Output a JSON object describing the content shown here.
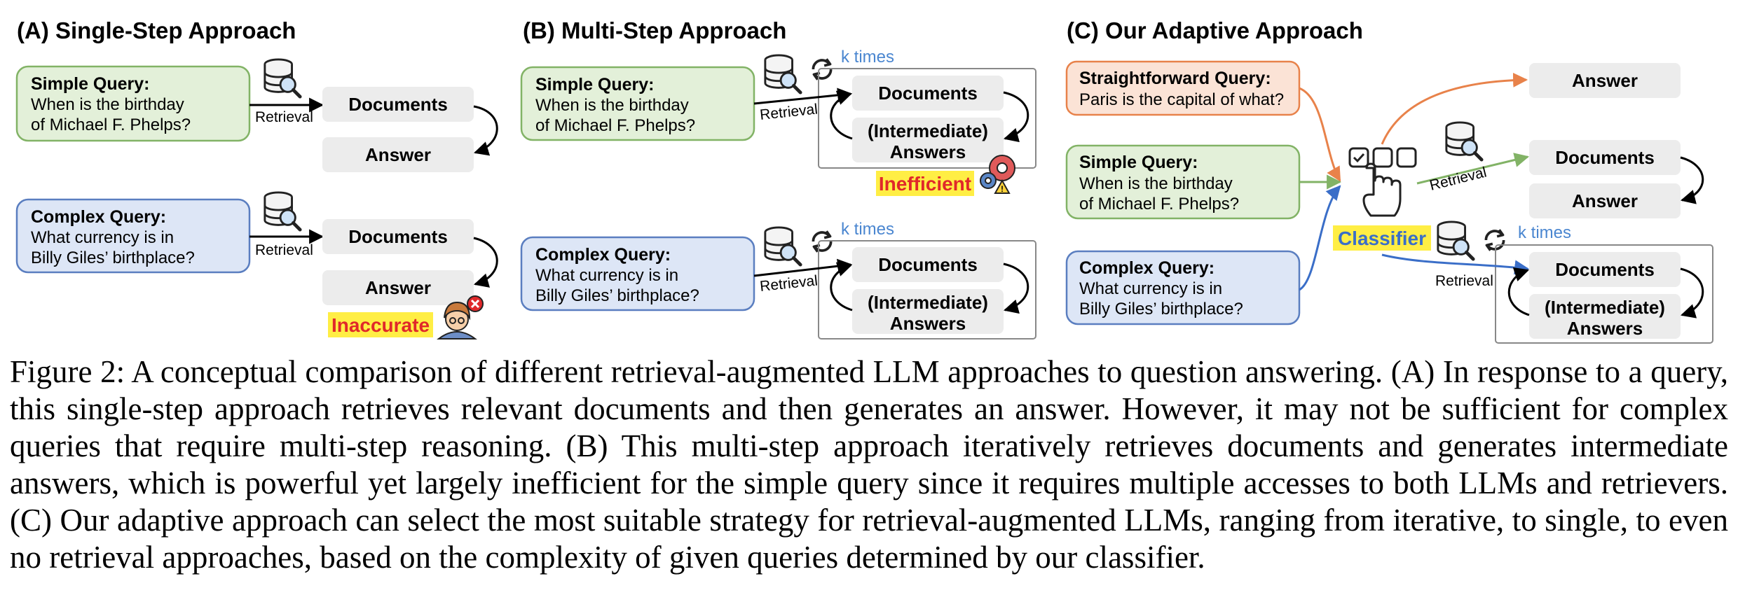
{
  "panels": {
    "a": {
      "title": "(A) Single-Step Approach",
      "simple_query": {
        "label": "Simple Query:",
        "lines": [
          "When is the birthday",
          "of Michael F. Phelps?"
        ]
      },
      "complex_query": {
        "label": "Complex Query:",
        "lines": [
          "What currency is in",
          "Billy Giles’ birthplace?"
        ]
      },
      "retrieval_label": "Retrieval",
      "documents_label": "Documents",
      "answer_label": "Answer",
      "inaccurate_label": "Inaccurate"
    },
    "b": {
      "title": "(B) Multi-Step Approach",
      "simple_query": {
        "label": "Simple Query:",
        "lines": [
          "When is the birthday",
          "of Michael F. Phelps?"
        ]
      },
      "complex_query": {
        "label": "Complex Query:",
        "lines": [
          "What currency is in",
          "Billy Giles’ birthplace?"
        ]
      },
      "retrieval_label": "Retrieval",
      "k_times_label": "k times",
      "documents_label": "Documents",
      "intermediate_lines": [
        "(Intermediate)",
        "Answers"
      ],
      "inefficient_label": "Inefficient"
    },
    "c": {
      "title": "(C) Our Adaptive Approach",
      "straightforward_query": {
        "label": "Straightforward Query:",
        "lines": [
          "Paris is the capital of what?"
        ]
      },
      "simple_query": {
        "label": "Simple Query:",
        "lines": [
          "When is the birthday",
          "of Michael F. Phelps?"
        ]
      },
      "complex_query": {
        "label": "Complex Query:",
        "lines": [
          "What currency is in",
          "Billy Giles’ birthplace?"
        ]
      },
      "classifier_label": "Classifier",
      "retrieval_label": "Retrieval",
      "k_times_label": "k times",
      "answer_label": "Answer",
      "documents_label": "Documents",
      "intermediate_lines": [
        "(Intermediate)",
        "Answers"
      ]
    }
  },
  "caption": "Figure 2: A conceptual comparison of different retrieval-augmented LLM approaches to question answering. (A) In response to a query, this single-step approach retrieves relevant documents and then generates an answer. However, it may not be sufficient for complex queries that require multi-step reasoning. (B) This multi-step approach iteratively retrieves documents and generates intermediate answers, which is powerful yet largely inefficient for the simple query since it requires multiple accesses to both LLMs and retrievers. (C) Our adaptive approach can select the most suitable strategy for retrieval-augmented LLMs, ranging from iterative, to single, to even no retrieval approaches, based on the complexity of given queries determined by our classifier.",
  "colors": {
    "simple_fill": "#e3f0d9",
    "simple_border": "#82b366",
    "complex_fill": "#dde6f6",
    "complex_border": "#5a7ec0",
    "straight_fill": "#fbe3d6",
    "straight_border": "#e8824a",
    "gray_box": "#ececec",
    "highlight_yellow": "#ffee44",
    "highlight_red_text": "#e0282a",
    "k_times_blue": "#4a86d0",
    "classifier_blue": "#3a6ec8"
  },
  "icons": [
    "database-search-icon",
    "loop-arrows-icon",
    "confused-person-icon",
    "gear-warning-icon",
    "hand-pointer-icon",
    "option-boxes-icon"
  ]
}
